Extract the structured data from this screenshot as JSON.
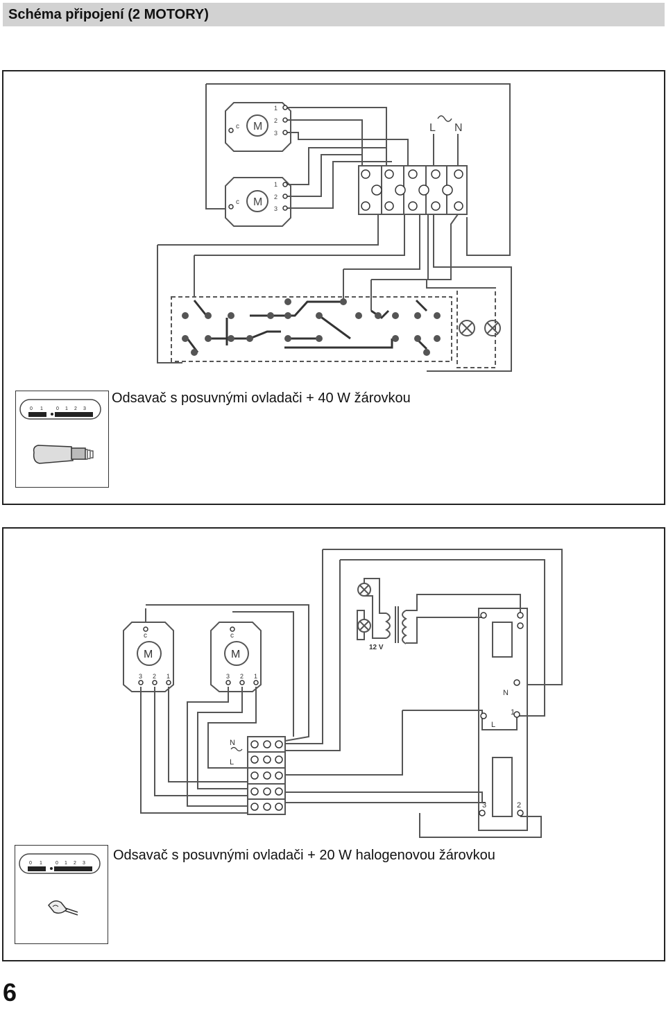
{
  "header": {
    "title": "Schéma připojení (2 MOTORY)"
  },
  "diagram1": {
    "caption": "Odsavač s posuvnými ovladači + 40 W žárovkou",
    "mains_L": "L",
    "mains_N": "N",
    "motor_letter": "M",
    "motor_common": "c",
    "motor_pins": [
      "1",
      "2",
      "3"
    ],
    "light_scale": [
      "0",
      "1"
    ],
    "fan_scale": [
      "0",
      "1",
      "2",
      "3"
    ],
    "bulb_icon": "incandescent-bulb-icon"
  },
  "diagram2": {
    "caption": "Odsavač s posuvnými ovladači + 20 W halogenovou žárovkou",
    "transformer_label": "12 V",
    "mains_L": "L",
    "mains_N": "N",
    "motor_letter": "M",
    "motor_common": "c",
    "motor_pins": [
      "3",
      "2",
      "1"
    ],
    "switch_labels": {
      "n": "N",
      "one": "1",
      "l": "L",
      "three": "3",
      "two": "2"
    },
    "light_scale": [
      "0",
      "1"
    ],
    "fan_scale": [
      "0",
      "1",
      "2",
      "3"
    ],
    "bulb_icon": "halogen-bulb-icon"
  },
  "page_number": "6"
}
